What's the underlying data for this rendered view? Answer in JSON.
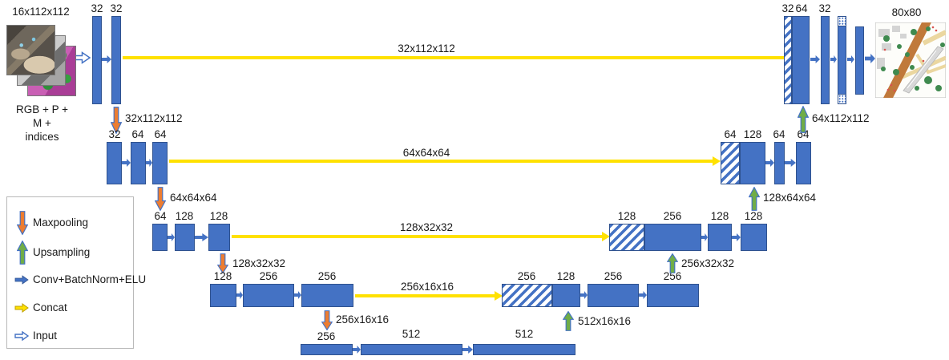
{
  "colors": {
    "bar_fill": "#4472C4",
    "bar_border": "#2F528F",
    "maxpool_orange": "#ED7D31",
    "upsample_green": "#70AD47",
    "concat_yellow": "#FFE100",
    "input_arrow_outline": "#4472C4"
  },
  "input": {
    "size_label": "16x112x112",
    "caption": "RGB + P +\nM +\nindices"
  },
  "output": {
    "size_label": "80x80"
  },
  "encoder": {
    "row1": [
      "32",
      "32"
    ],
    "row2": [
      "32",
      "64",
      "64"
    ],
    "row3": [
      "64",
      "128",
      "128"
    ],
    "row4": [
      "128",
      "256",
      "256"
    ]
  },
  "bottleneck": [
    "256",
    "512",
    "512"
  ],
  "decoder": {
    "row1": [
      "32",
      "64",
      "32"
    ],
    "row2": [
      "64",
      "128",
      "64",
      "64"
    ],
    "row3": [
      "128",
      "256",
      "128",
      "128"
    ],
    "row4": [
      "256",
      "128",
      "256",
      "256"
    ]
  },
  "skips": [
    {
      "label": "32x112x112"
    },
    {
      "label": "64x64x64"
    },
    {
      "label": "128x32x32"
    },
    {
      "label": "256x16x16"
    }
  ],
  "maxpool": [
    {
      "label": "32x112x112"
    },
    {
      "label": "64x64x64"
    },
    {
      "label": "128x32x32"
    },
    {
      "label": "256x16x16"
    }
  ],
  "upsample": [
    {
      "label": "512x16x16"
    },
    {
      "label": "256x32x32"
    },
    {
      "label": "128x64x64"
    },
    {
      "label": "64x112x112"
    }
  ],
  "legend": {
    "items": [
      {
        "icon": "maxpool-down-arrow",
        "label": "Maxpooling"
      },
      {
        "icon": "upsample-up-arrow",
        "label": "Upsampling"
      },
      {
        "icon": "conv-right-arrow",
        "label": "Conv+BatchNorm+ELU"
      },
      {
        "icon": "concat-right-arrow",
        "label": "Concat"
      },
      {
        "icon": "input-right-arrow",
        "label": "Input"
      }
    ]
  }
}
